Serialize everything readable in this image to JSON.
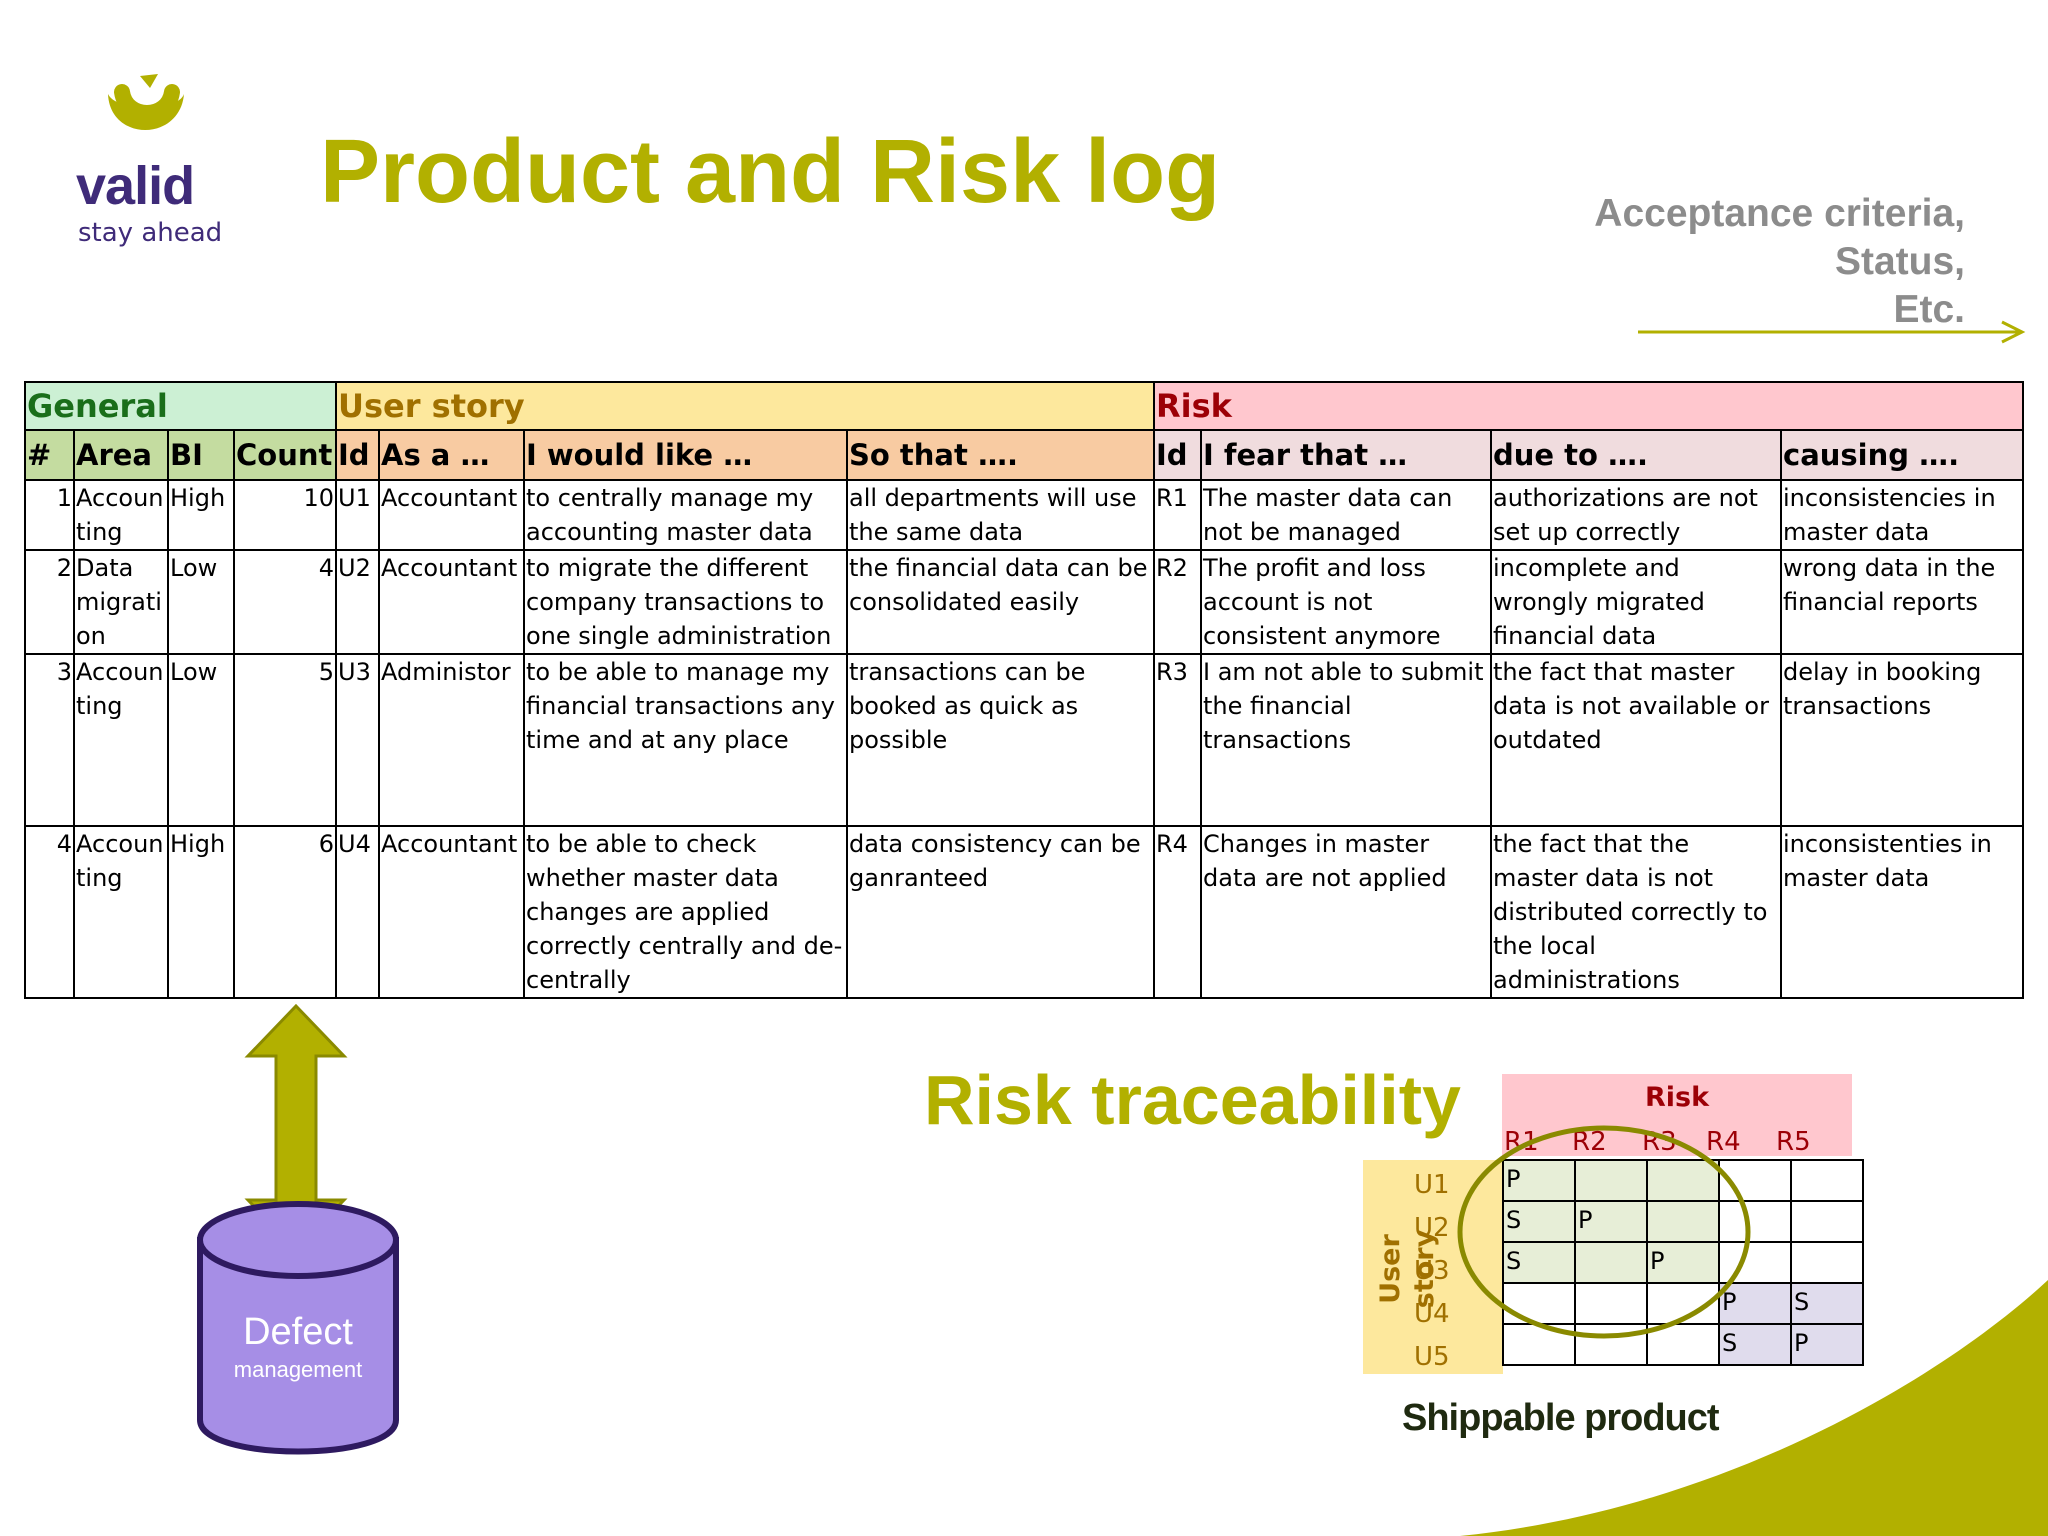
{
  "logo": {
    "name": "valid",
    "tagline": "stay ahead"
  },
  "title": "Product and Risk log",
  "acceptance": {
    "lines": [
      "Acceptance criteria,",
      "Status,",
      "Etc."
    ]
  },
  "colors": {
    "olive": "#b2b000",
    "purple": "#3f2b79",
    "risk_red": "#9c0006",
    "story_amber": "#a07000",
    "general_green": "#1a6e1a",
    "defect_violet": "#a68ee6"
  },
  "log": {
    "groups": {
      "general": "General",
      "user_story": "User story",
      "risk": "Risk"
    },
    "headers": {
      "num": "#",
      "area": "Area",
      "bi": "BI",
      "count": "Count",
      "us_id": "Id",
      "as_a": "As a …",
      "would_like": "I would like …",
      "so_that": "So that ….",
      "risk_id": "Id",
      "fear": "I fear that …",
      "due_to": "due to ….",
      "causing": "causing …."
    },
    "rows": [
      {
        "num": "1",
        "area": "Accoun ting",
        "bi": "High",
        "count": "10",
        "us_id": "U1",
        "as_a": "Accountant",
        "would_like": "to centrally manage my accounting master data",
        "so_that": "all departments will use the same data",
        "risk_id": "R1",
        "fear": "The master data can not be managed",
        "due_to": "authorizations are not set up correctly",
        "causing": "inconsistencies in master data"
      },
      {
        "num": "2",
        "area": "Data migrati on",
        "bi": "Low",
        "count": "4",
        "us_id": "U2",
        "as_a": "Accountant",
        "would_like": "to migrate the different company transactions to one single administration",
        "so_that": "the financial data can be consolidated easily",
        "risk_id": "R2",
        "fear": "The profit and loss account is not consistent anymore",
        "due_to": "incomplete and wrongly migrated financial data",
        "causing": "wrong data in the financial reports"
      },
      {
        "num": "3",
        "area": "Accoun ting",
        "bi": "Low",
        "count": "5",
        "us_id": "U3",
        "as_a": "Administor",
        "would_like": "to be able to manage my financial transactions any time and  at any place",
        "so_that": "transactions can be booked as quick as possible",
        "risk_id": "R3",
        "fear": "I am not able to submit the financial transactions",
        "due_to": "the fact that master data is not available or outdated",
        "causing": "delay in booking transactions"
      },
      {
        "num": "4",
        "area": "Accoun ting",
        "bi": "High",
        "count": "6",
        "us_id": "U4",
        "as_a": "Accountant",
        "would_like": "to be able to check whether master data changes are applied correctly centrally and de-centrally",
        "so_that": "data consistency can be ganranteed",
        "risk_id": "R4",
        "fear": "Changes in master data are not applied",
        "due_to": "the fact that the master data is not distributed correctly to the local administrations",
        "causing": "inconsistenties in master data"
      }
    ]
  },
  "defect": {
    "title": "Defect",
    "subtitle": "management"
  },
  "traceability": {
    "title": "Risk traceability",
    "risk_label": "Risk",
    "user_story_label": "User story",
    "risks": [
      "R1",
      "R2",
      "R3",
      "R4",
      "R5"
    ],
    "stories": [
      "U1",
      "U2",
      "U3",
      "U4",
      "U5"
    ],
    "matrix": [
      [
        "P",
        "",
        "",
        "",
        ""
      ],
      [
        "S",
        "P",
        "",
        "",
        ""
      ],
      [
        "S",
        "",
        "P",
        "",
        ""
      ],
      [
        "",
        "",
        "",
        "P",
        "S"
      ],
      [
        "",
        "",
        "",
        "S",
        "P"
      ]
    ],
    "footer": "Shippable product"
  }
}
